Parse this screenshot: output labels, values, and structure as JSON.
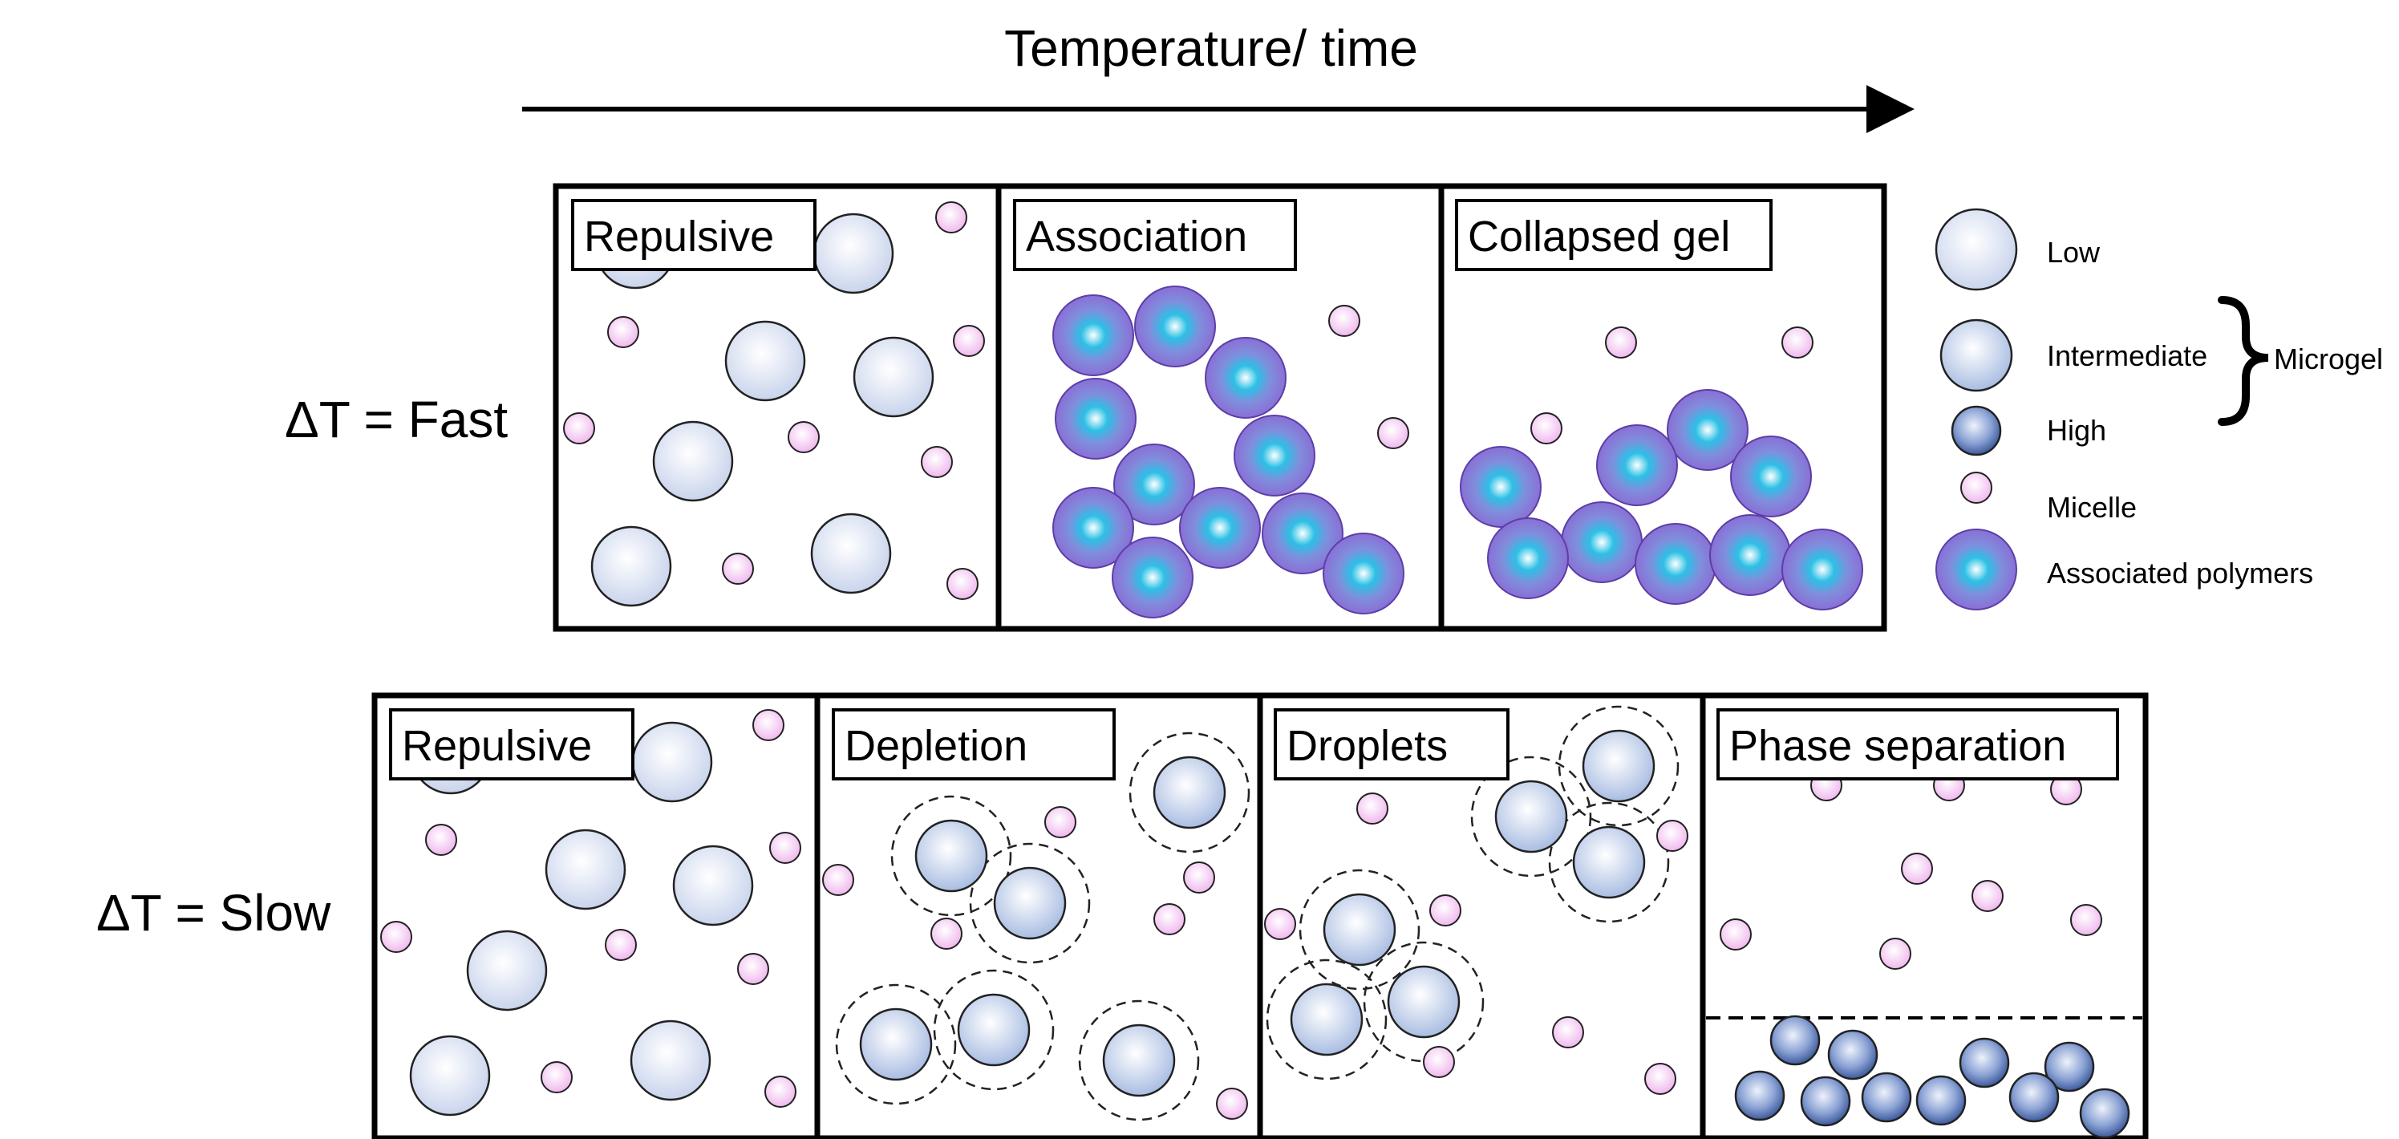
{
  "axis": {
    "label": "Temperature/ time"
  },
  "rows": [
    {
      "label": "ΔT = Fast",
      "panels": [
        {
          "title": "Repulsive"
        },
        {
          "title": "Association"
        },
        {
          "title": "Collapsed gel"
        }
      ]
    },
    {
      "label": "ΔT = Slow",
      "panels": [
        {
          "title": "Repulsive"
        },
        {
          "title": "Depletion"
        },
        {
          "title": "Droplets"
        },
        {
          "title": "Phase separation"
        }
      ]
    }
  ],
  "legend": {
    "items": [
      {
        "label": "Low",
        "kind": "low"
      },
      {
        "label": "Intermediate",
        "kind": "intermediate"
      },
      {
        "label": "High",
        "kind": "high"
      },
      {
        "label": "Micelle",
        "kind": "micelle"
      },
      {
        "label": "Associated polymers",
        "kind": "associated"
      }
    ],
    "group_label": "Microgel"
  },
  "colors": {
    "low": "#dbe3f2",
    "intermediate": "#c6d3ea",
    "high": "#4d6aa8",
    "micelle": "#f2c8f0",
    "associated_outer": "#8a74d6",
    "associated_core": "#2ab3de"
  }
}
